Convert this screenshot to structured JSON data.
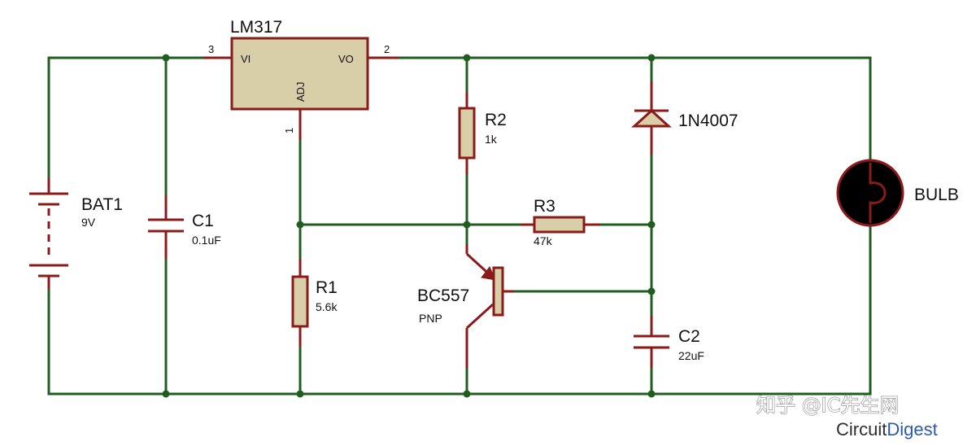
{
  "regulator": {
    "name": "LM317",
    "pin_vi": "VI",
    "pin_vo": "VO",
    "pin_adj": "ADJ",
    "pin_num_in": "3",
    "pin_num_out": "2",
    "pin_num_adj": "1"
  },
  "battery": {
    "name": "BAT1",
    "value": "9V"
  },
  "c1": {
    "name": "C1",
    "value": "0.1uF"
  },
  "r1": {
    "name": "R1",
    "value": "5.6k"
  },
  "r2": {
    "name": "R2",
    "value": "1k"
  },
  "r3": {
    "name": "R3",
    "value": "47k"
  },
  "transistor": {
    "name": "BC557",
    "type": "PNP"
  },
  "diode": {
    "name": "1N4007"
  },
  "c2": {
    "name": "C2",
    "value": "22uF"
  },
  "bulb": {
    "name": "BULB"
  },
  "watermark": {
    "zhihu": "知乎 @IC先生网",
    "brand_a": "Circuit",
    "brand_b": "Digest"
  },
  "colors": {
    "wire": "#1f5e1f",
    "component": "#8b1a1a",
    "component_fill": "#d8cfa8"
  }
}
